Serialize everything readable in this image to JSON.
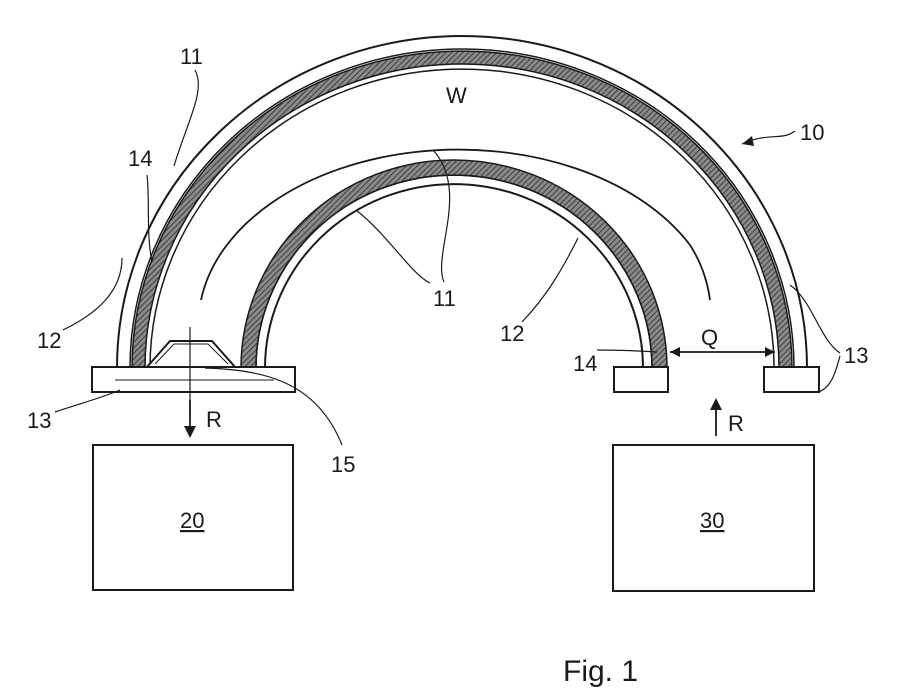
{
  "figure": {
    "caption": "Fig. 1",
    "reference_labels": {
      "arch": "10",
      "w": "W",
      "q": "Q",
      "r_left": "R",
      "r_right": "R",
      "n11_top": "11",
      "n11_mid": "11",
      "n14_left": "14",
      "n12_left": "12",
      "n13_left": "13",
      "n15": "15",
      "n12_right": "12",
      "n14_right": "14",
      "n13_right": "13"
    },
    "boxes": {
      "left": "20",
      "right": "30"
    },
    "colors": {
      "line": "#1a1a1a",
      "hatch": "#6e6e6e",
      "background": "#ffffff"
    }
  }
}
